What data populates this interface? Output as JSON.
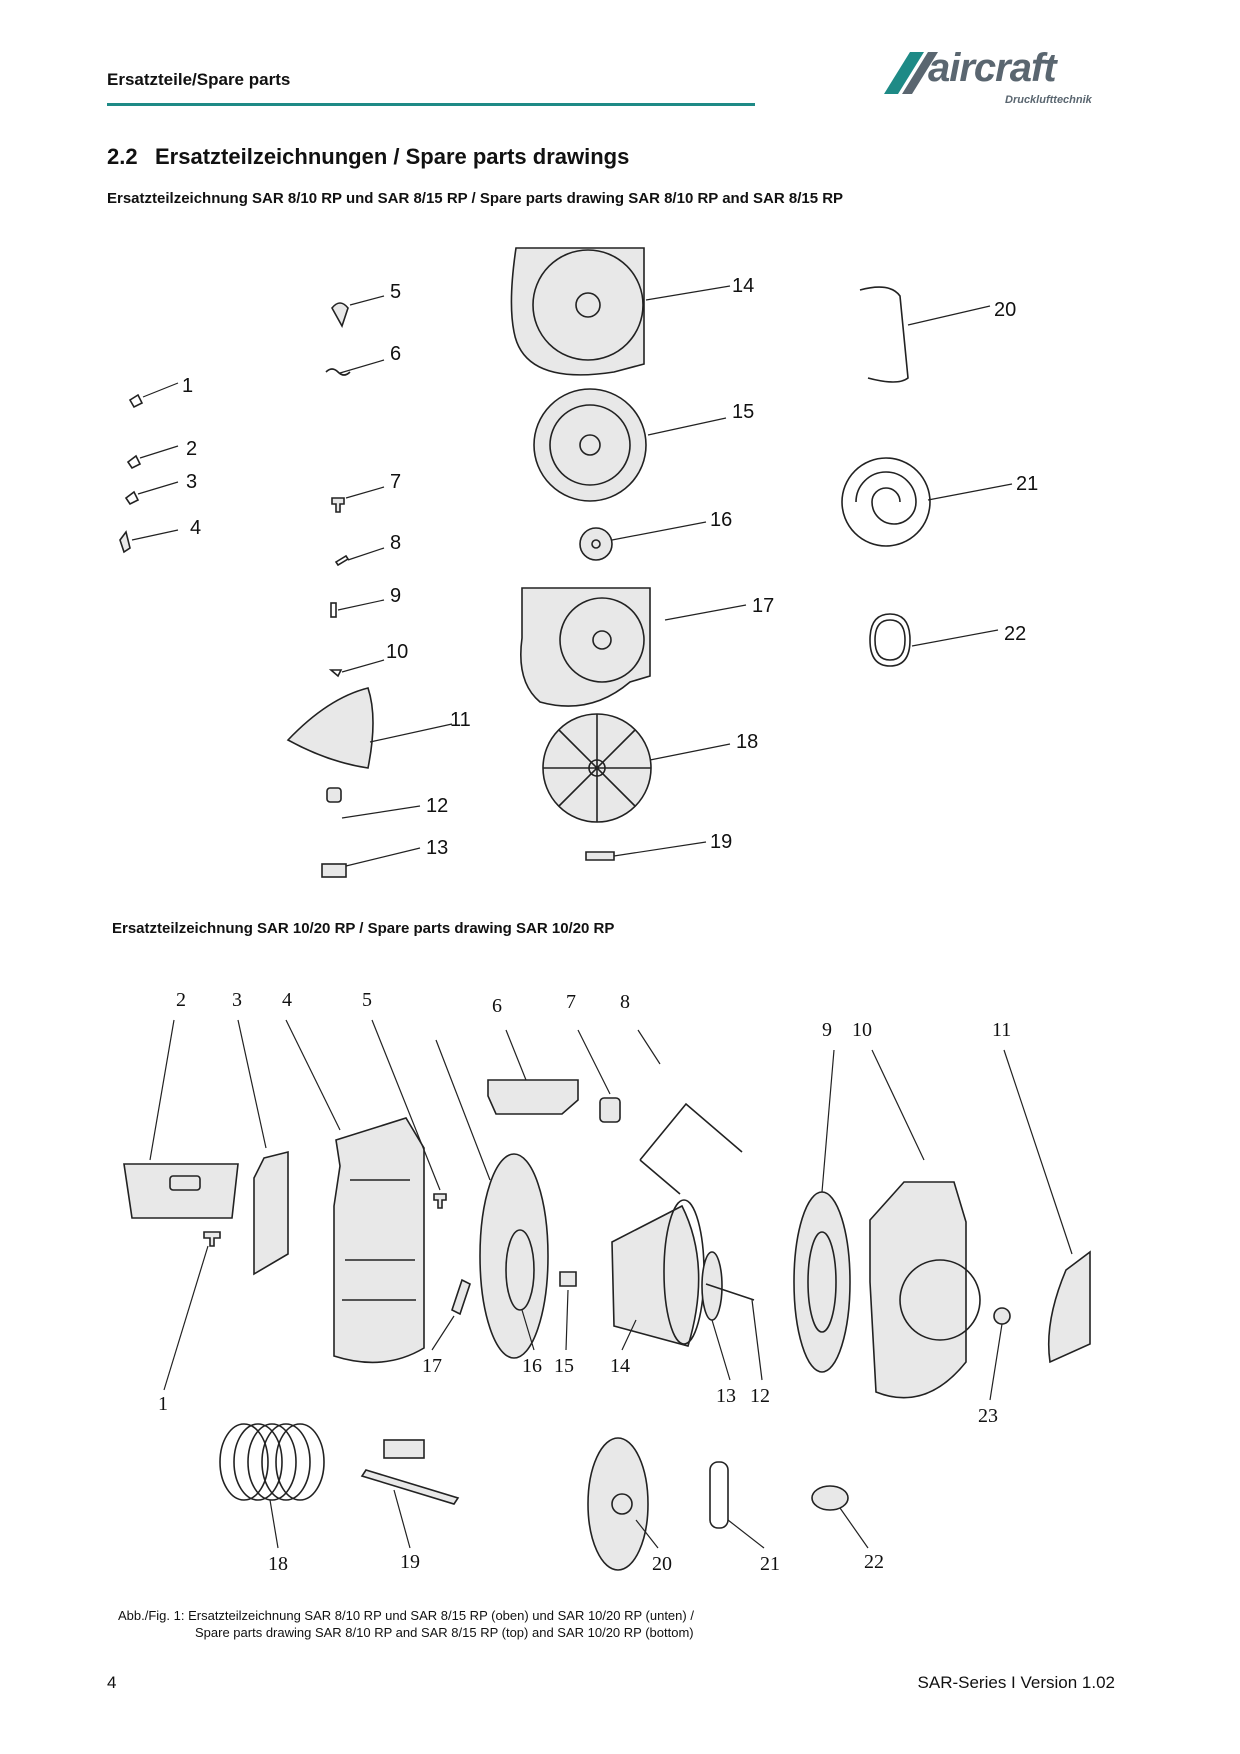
{
  "header": {
    "title": "Ersatzteile/Spare parts",
    "logo_word": "aircraft",
    "logo_sub": "Drucklufttechnik"
  },
  "section": {
    "number": "2.2",
    "title": "Ersatzteilzeichnungen / Spare parts drawings"
  },
  "drawing1": {
    "heading": "Ersatzteilzeichnung SAR 8/10 RP und SAR 8/15 RP  /  Spare parts drawing SAR 8/10 RP and SAR 8/15 RP",
    "labels": [
      "1",
      "2",
      "3",
      "4",
      "5",
      "6",
      "7",
      "8",
      "9",
      "10",
      "11",
      "12",
      "13",
      "14",
      "15",
      "16",
      "17",
      "18",
      "19",
      "20",
      "21",
      "22"
    ]
  },
  "drawing2": {
    "heading": "Ersatzteilzeichnung  SAR 10/20 RP / Spare parts drawing SAR 10/20 RP",
    "labels": [
      "1",
      "2",
      "3",
      "4",
      "5",
      "6",
      "7",
      "8",
      "9",
      "10",
      "11",
      "12",
      "13",
      "14",
      "15",
      "16",
      "17",
      "18",
      "19",
      "20",
      "21",
      "22",
      "23"
    ]
  },
  "caption": {
    "line1": "Abb./Fig. 1: Ersatzteilzeichnung  SAR 8/10 RP und  SAR 8/15 RP (oben) und SAR 10/20 RP (unten) /",
    "line2": "Spare parts drawing  SAR 8/10 RP and  SAR 8/15 RP (top) and SAR 10/20 RP (bottom)"
  },
  "footer": {
    "page": "4",
    "version": "SAR-Series I Version 1.02"
  }
}
